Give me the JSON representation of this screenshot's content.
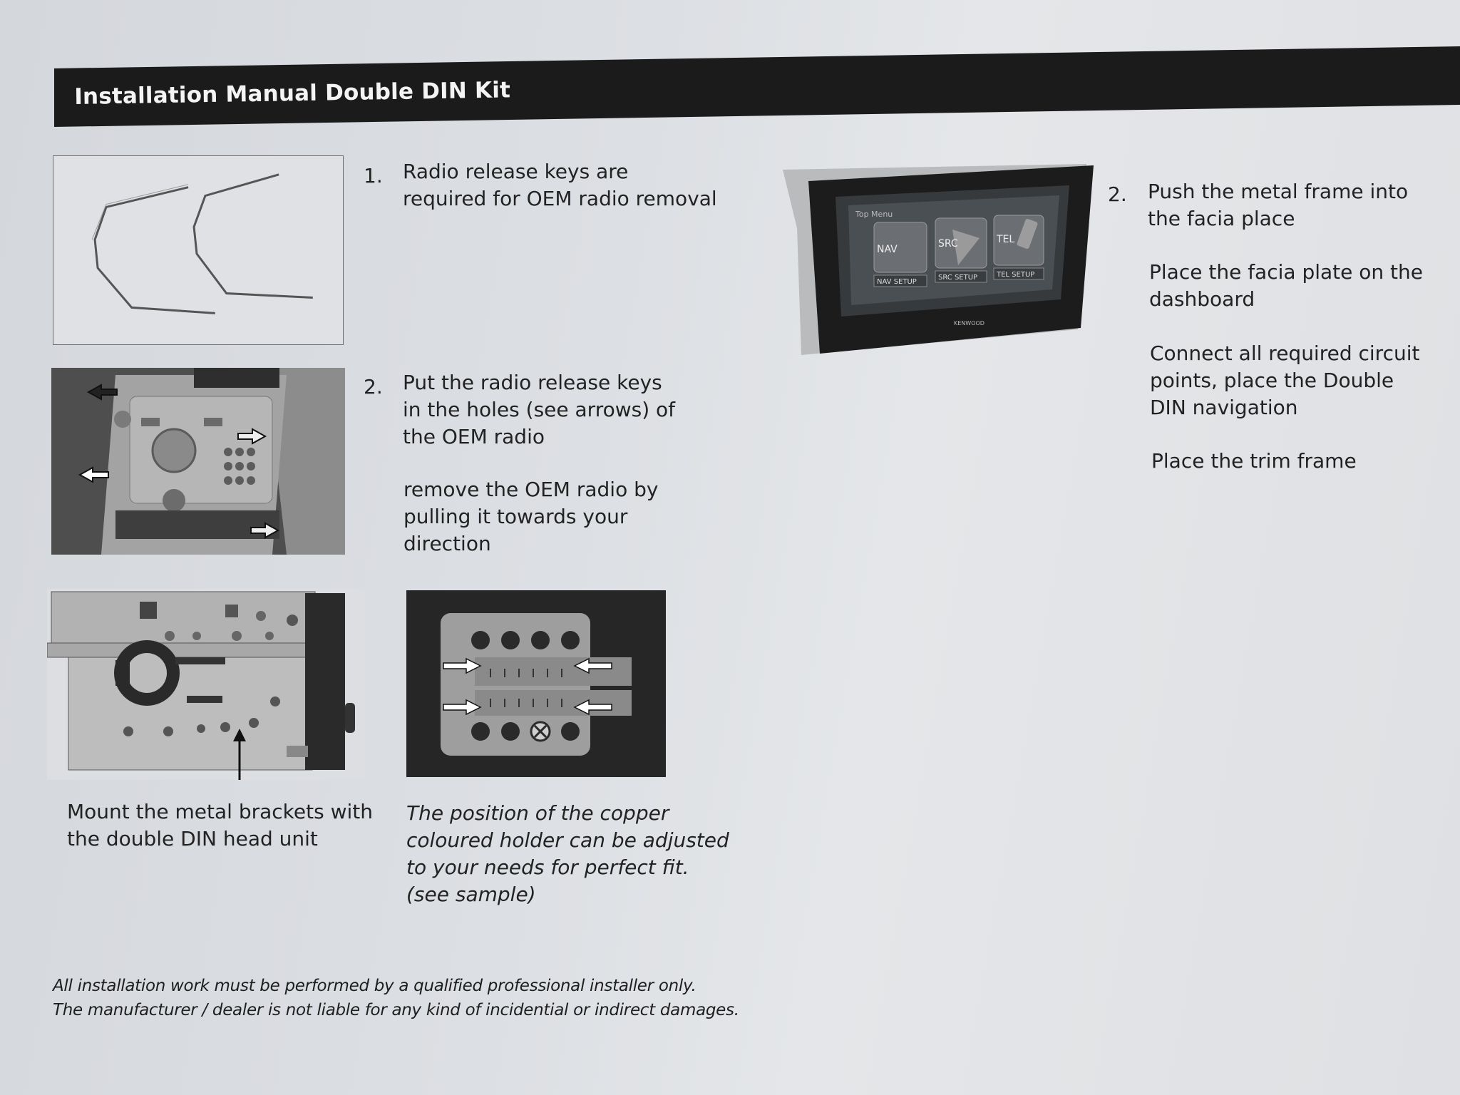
{
  "header": {
    "title": "Installation Manual Double DIN Kit"
  },
  "left_steps": [
    {
      "number": "1.",
      "lines": [
        "Radio release keys are",
        "required for OEM radio removal"
      ]
    },
    {
      "number": "2.",
      "lines": [
        "Put the radio release keys",
        "in the holes (see arrows) of",
        "the OEM radio"
      ]
    }
  ],
  "left_step2_extra": [
    "remove the OEM radio by",
    "pulling it towards your",
    "direction"
  ],
  "mount_caption": [
    "Mount the metal brackets with",
    "the double DIN head unit"
  ],
  "holder_caption": [
    "The position of the copper",
    "coloured holder can be adjusted",
    "to your needs for perfect fit.",
    "(see sample)"
  ],
  "right_step": {
    "number": "2.",
    "paragraphs": [
      [
        "Push the metal frame into",
        "the facia place"
      ],
      [
        "Place the facia plate on the",
        "dashboard"
      ],
      [
        "Connect all required circuit",
        "points, place the Double",
        "DIN navigation"
      ],
      [
        "Place the trim frame"
      ]
    ]
  },
  "device_screen": {
    "menu_label": "Top Menu",
    "buttons": [
      {
        "label": "NAV",
        "setup": "NAV SETUP"
      },
      {
        "label": "SRC",
        "setup": "SRC SETUP"
      },
      {
        "label": "TEL",
        "setup": "TEL SETUP"
      }
    ],
    "brand": "KENWOOD"
  },
  "disclaimer": [
    "All installation work must be performed by a qualified professional installer only.",
    "The manufacturer / dealer is not liable for any kind of incidential or indirect damages."
  ]
}
